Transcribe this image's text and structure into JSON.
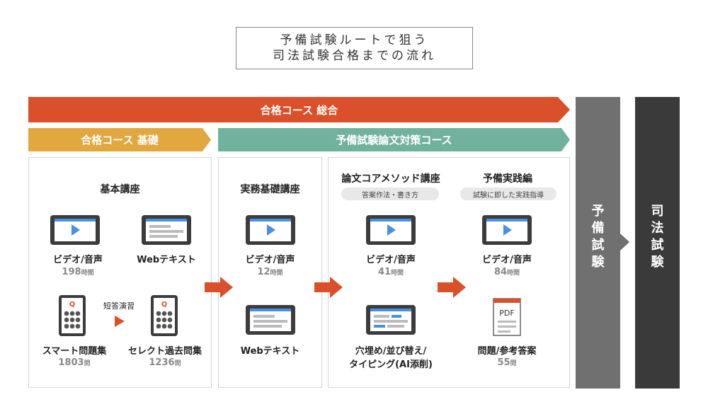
{
  "title": {
    "line1": "予備試験ルートで狙う",
    "line2": "司法試験合格までの流れ"
  },
  "banners": {
    "total": "合格コース 総合",
    "basic": "合格コース 基礎",
    "essay": "予備試験論文対策コース"
  },
  "columns": {
    "prelim": [
      "予",
      "備",
      "試",
      "験"
    ],
    "bar": [
      "司",
      "法",
      "試",
      "験"
    ]
  },
  "panel1": {
    "heading": "基本講座",
    "video": {
      "label": "ビデオ/音声",
      "value": "198",
      "unit": "時間"
    },
    "web": {
      "label": "Webテキスト"
    },
    "drill_label": "短答演習",
    "smart": {
      "label": "スマート問題集",
      "value": "1803",
      "unit": "問",
      "icon_letter": "Q"
    },
    "select": {
      "label": "セレクト過去問集",
      "value": "1236",
      "unit": "問",
      "icon_letter": "Q"
    }
  },
  "panel2": {
    "heading": "実務基礎講座",
    "video": {
      "label": "ビデオ/音声",
      "value": "12",
      "unit": "時間"
    },
    "web": {
      "label": "Webテキスト"
    }
  },
  "panel3": {
    "core": {
      "heading": "論文コアメソッド講座",
      "pill": "答案作法・書き方",
      "video": {
        "label": "ビデオ/音声",
        "value": "41",
        "unit": "時間"
      },
      "fill": {
        "line1": "穴埋め/並び替え/",
        "line2": "タイピング(AI添削)"
      }
    },
    "practice": {
      "heading": "予備実践編",
      "pill": "試験に即した実践指導",
      "video": {
        "label": "ビデオ/音声",
        "value": "84",
        "unit": "時間"
      },
      "problems": {
        "label": "問題/参考答案",
        "value": "55",
        "unit": "問",
        "icon_text": "PDF"
      }
    }
  },
  "colors": {
    "total": "#d9502a",
    "basic": "#e3a73f",
    "essay": "#70b29e",
    "prelim": "#707070",
    "bar": "#3a3a3a",
    "arrow": "#d9502a",
    "play": "#4a90e2"
  }
}
